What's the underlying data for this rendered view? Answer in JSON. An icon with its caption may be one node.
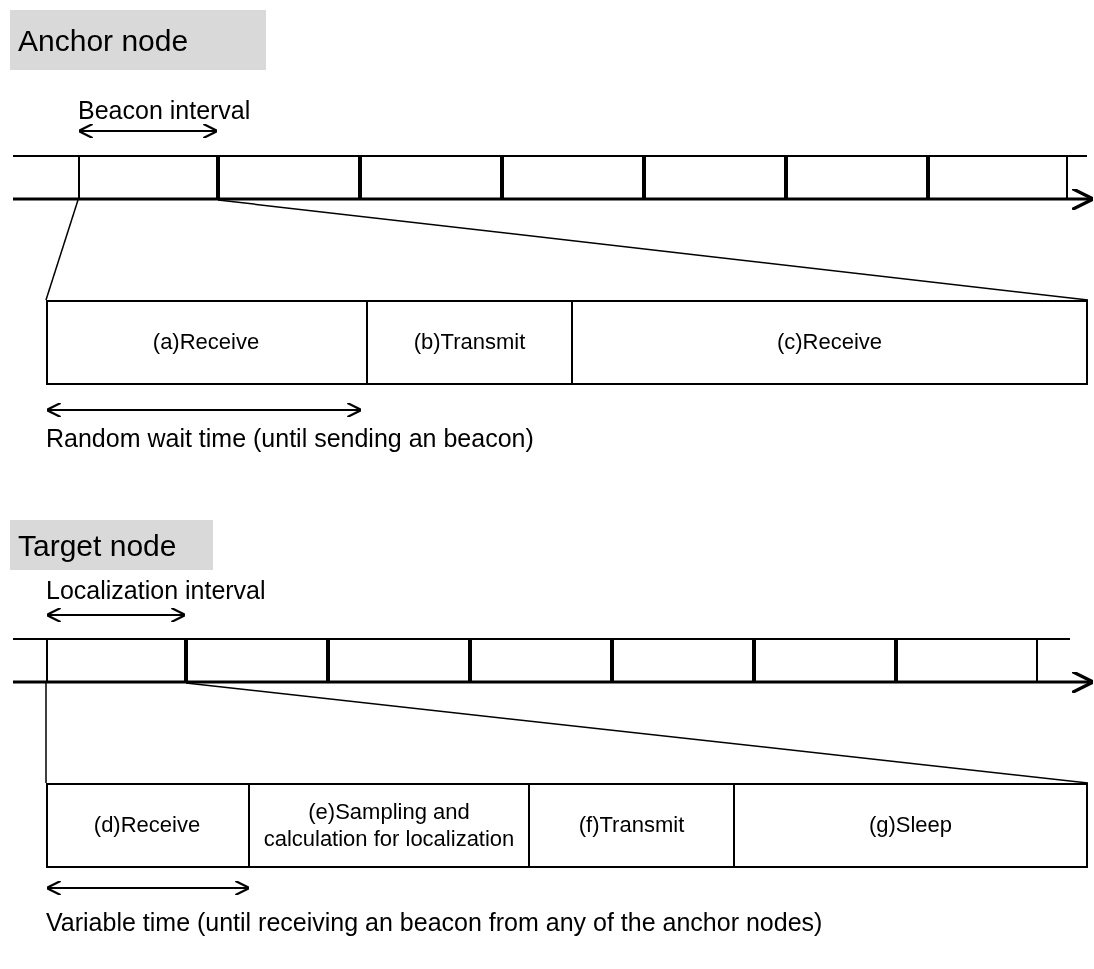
{
  "diagram": {
    "nodes": [
      {
        "text": [
          "Anchor node"
        ]
      },
      {
        "text": [],
        "shape": "box"
      },
      {
        "text": [],
        "shape": "box"
      },
      {
        "text": [],
        "shape": "box"
      },
      {
        "text": [],
        "shape": "box"
      },
      {
        "text": [],
        "shape": "box"
      },
      {
        "text": [],
        "shape": "box"
      },
      {
        "text": [],
        "shape": "box"
      },
      {
        "text": [],
        "shape": "box"
      },
      {
        "text": [
          "(a)Receive"
        ],
        "in": 8
      },
      {
        "text": [
          "(b)Transmit"
        ],
        "in": 8
      },
      {
        "text": [
          "(c)Receive"
        ],
        "in": 8
      },
      {
        "text": [
          "Target node"
        ]
      },
      {
        "text": [],
        "shape": "box"
      },
      {
        "text": [],
        "shape": "box"
      },
      {
        "text": [],
        "shape": "box"
      },
      {
        "text": [],
        "shape": "box"
      },
      {
        "text": [],
        "shape": "box"
      },
      {
        "text": [],
        "shape": "box"
      },
      {
        "text": [],
        "shape": "box"
      },
      {
        "text": [],
        "shape": "box"
      },
      {
        "text": [
          "(d)Receive"
        ],
        "in": 20
      },
      {
        "text": [
          "(e)Sampling and calculation for localization"
        ],
        "in": 20
      },
      {
        "text": [
          "(f)Transmit"
        ],
        "in": 20
      },
      {
        "text": [
          "(g)Sleep"
        ],
        "in": 20
      }
    ],
    "edges": [
      {
        "from": 1,
        "to": 8,
        "arrow": "none"
      },
      {
        "from": 1,
        "to": 8,
        "arrow": "none"
      },
      {
        "from": 13,
        "to": 20,
        "arrow": "none"
      },
      {
        "from": 13,
        "to": 20,
        "arrow": "none"
      }
    ],
    "labels": [
      "Beacon interval",
      "Random wait time (until sending an beacon)",
      "Localization interval",
      "Variable time (until receiving an beacon from any of the anchor nodes)"
    ]
  }
}
